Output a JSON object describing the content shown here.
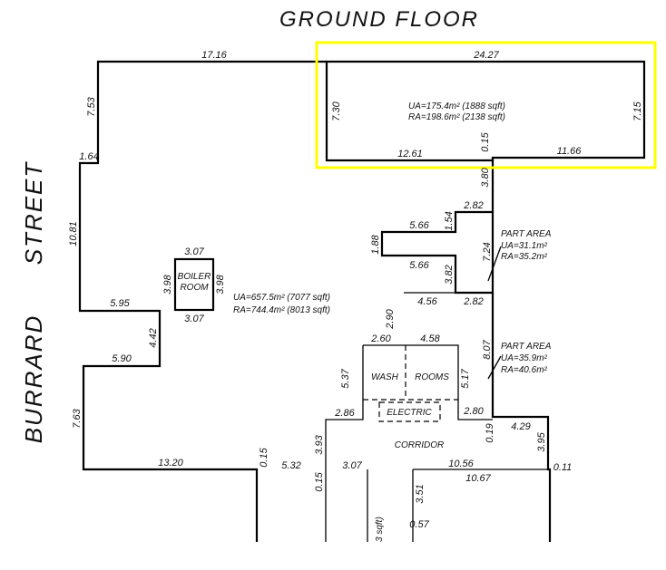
{
  "title": "GROUND FLOOR",
  "street": {
    "word1": "STREET",
    "word2": "BURRARD"
  },
  "highlight_color": "#ffff00",
  "main_area": {
    "ua": "UA=657.5m² (7077 sqft)",
    "ra": "RA=744.4m² (8013 sqft)"
  },
  "top_area": {
    "ua": "UA=175.4m² (1888 sqft)",
    "ra": "RA=198.6m² (2138 sqft)"
  },
  "part_area_1": {
    "title": "PART AREA",
    "ua": "UA=31.1m²",
    "ra": "RA=35.2m²"
  },
  "part_area_2": {
    "title": "PART AREA",
    "ua": "UA=35.9m²",
    "ra": "RA=40.6m²"
  },
  "rooms": {
    "boiler_1": "BOILER",
    "boiler_2": "ROOM",
    "wash": "WASH",
    "rooms": "ROOMS",
    "electric": "ELECTRIC",
    "corridor": "CORRIDOR",
    "partial_sqft": "3 sqft)"
  },
  "dims": {
    "d1716": "17.16",
    "d2427": "24.27",
    "d753": "7.53",
    "d164": "1.64",
    "d1081": "10.81",
    "d595": "5.95",
    "d442": "4.42",
    "d590": "5.90",
    "d763": "7.63",
    "d1320": "13.20",
    "d730": "7.30",
    "d715": "7.15",
    "d1261": "12.61",
    "d015a": "0.15",
    "d1166": "11.66",
    "d380": "3.80",
    "d282a": "2.82",
    "d154": "1.54",
    "d566a": "5.66",
    "d188": "1.88",
    "d566b": "5.66",
    "d382": "3.82",
    "d724": "7.24",
    "d456": "4.56",
    "d282b": "2.82",
    "d290": "2.90",
    "d260": "2.60",
    "d458": "4.58",
    "d537": "5.37",
    "d517": "5.17",
    "d807": "8.07",
    "d286": "2.86",
    "d280": "2.80",
    "d019": "0.19",
    "d429": "4.29",
    "d395": "3.95",
    "d011": "0.11",
    "d393": "3.93",
    "d015b": "0.15",
    "d532": "5.32",
    "d307c": "3.07",
    "d015c": "0.15",
    "d1056": "10.56",
    "d1067": "10.67",
    "d351": "3.51",
    "d057": "0.57",
    "d307a": "3.07",
    "d307b": "3.07",
    "d398a": "3.98",
    "d398b": "3.98"
  }
}
